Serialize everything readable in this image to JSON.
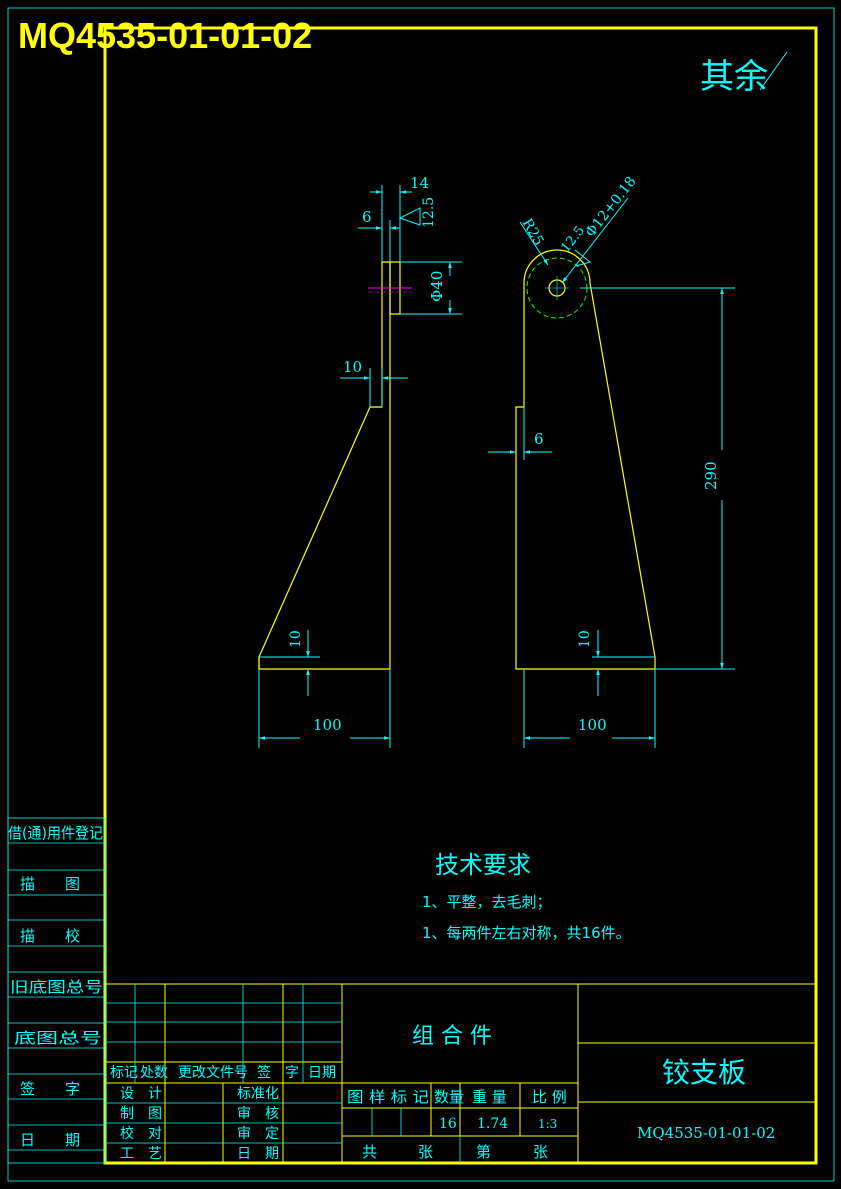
{
  "drawing_number_top": "MQ4535-01-01-02",
  "surface_note": "其余",
  "dims": {
    "top_14": "14",
    "top_6": "6",
    "rough_12_5": "12.5",
    "dia40": "Φ40",
    "d10": "10",
    "left_10_bottom": "10",
    "left_100": "100",
    "r25": "R25",
    "rough_12_5b": "12.5",
    "hole": "Φ12+0.18",
    "d6": "6",
    "h290": "290",
    "right_10_bottom": "10",
    "right_100": "100"
  },
  "tech": {
    "title": "技术要求",
    "items": [
      "1、平整，去毛刺；",
      "1、每两件左右对称，共16件。"
    ]
  },
  "left_strip": [
    "借(通)用件登记",
    "描　　图",
    "描　　校",
    "旧底图总号",
    "底图总号",
    "签　　字",
    "日　　期"
  ],
  "title_block": {
    "assembly": "组 合 件",
    "part_name": "铰支板",
    "drawing_number": "MQ4535-01-01-02",
    "rev_header": [
      "标记",
      "处数",
      "更改文件号",
      "签　字",
      "日期"
    ],
    "roles_left": [
      "设　计",
      "制　图",
      "校　对",
      "工　艺"
    ],
    "roles_right": [
      "标准化",
      "审　核",
      "审　定",
      "日　期"
    ],
    "attr_header": [
      "图 样 标 记",
      "数量",
      "重 量",
      "比 例"
    ],
    "quantity": "16",
    "weight": "1.74",
    "scale": "1:3",
    "sheet_total_label": "共",
    "sheet_unit1": "张",
    "sheet_no_label": "第",
    "sheet_unit2": "张"
  }
}
